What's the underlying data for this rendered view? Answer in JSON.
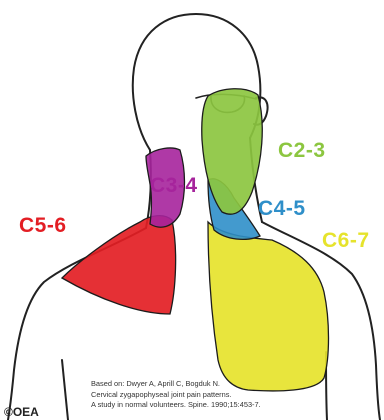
{
  "colors": {
    "c2_3": "#8cc640",
    "c3_4": "#a6249c",
    "c4_5": "#2f8fc9",
    "c5_6": "#e31e24",
    "c6_7": "#e6e32c",
    "outline": "#222222"
  },
  "labels": {
    "c2_3": "C2-3",
    "c3_4": "C3-4",
    "c4_5": "C4-5",
    "c5_6": "C5-6",
    "c6_7": "C6-7"
  },
  "citation": {
    "line1": "Based on: Dwyer A, Aprill C, Bogduk N.",
    "line2": "Cervical zygapophyseal joint pain patterns.",
    "line3": "A study in normal volunteers. Spine. 1990;15:453-7."
  },
  "copyright": "©OEA"
}
